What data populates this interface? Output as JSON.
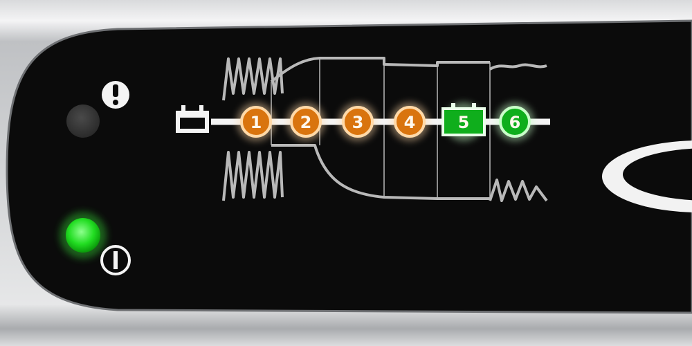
{
  "panel": {
    "steps": [
      {
        "label": "1",
        "shape": "circle",
        "color": "#d9740e",
        "glow": "#ffd9a8"
      },
      {
        "label": "2",
        "shape": "circle",
        "color": "#d9740e",
        "glow": "#ffd9a8"
      },
      {
        "label": "3",
        "shape": "circle",
        "color": "#d9740e",
        "glow": "#ffd9a8"
      },
      {
        "label": "4",
        "shape": "circle",
        "color": "#d9740e",
        "glow": "#ffd9a8"
      },
      {
        "label": "5",
        "shape": "battery",
        "color": "#0fae1c",
        "glow": "#c9ffc9"
      },
      {
        "label": "6",
        "shape": "circle",
        "color": "#0fae1c",
        "glow": "#c9ffc9"
      }
    ],
    "error_led": {
      "state": "off",
      "color": "#3a3a3a"
    },
    "power_led": {
      "state": "on",
      "color": "#22dd22"
    }
  }
}
